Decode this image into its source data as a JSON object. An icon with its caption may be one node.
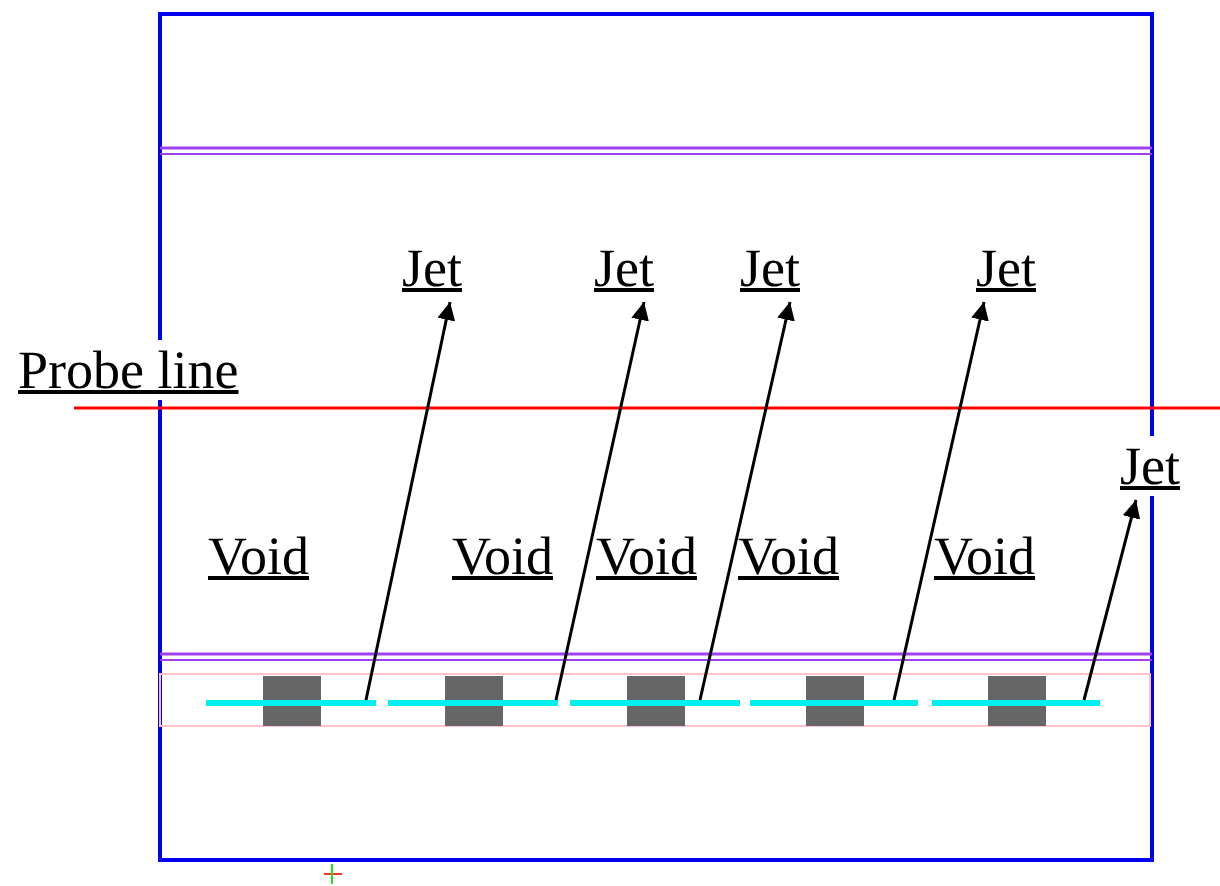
{
  "diagram": {
    "nodes": [
      {
        "text": [
          "Jet"
        ]
      },
      {
        "text": [
          "Jet"
        ]
      },
      {
        "text": [
          "Jet"
        ]
      },
      {
        "text": [
          "Jet"
        ]
      },
      {
        "text": [
          "Jet"
        ]
      },
      {
        "text": [],
        "shape": "bar"
      },
      {
        "text": [],
        "shape": "bar"
      },
      {
        "text": [],
        "shape": "bar"
      },
      {
        "text": [],
        "shape": "bar"
      },
      {
        "text": [],
        "shape": "bar"
      }
    ],
    "edges": [
      {
        "from": 5,
        "to": 0,
        "arrow": "to"
      },
      {
        "from": 6,
        "to": 1,
        "arrow": "to"
      },
      {
        "from": 7,
        "to": 2,
        "arrow": "to"
      },
      {
        "from": 8,
        "to": 3,
        "arrow": "to"
      },
      {
        "from": 9,
        "to": 4,
        "arrow": "to"
      }
    ],
    "labels": [
      "Probe line",
      "Void",
      "Void",
      "Void",
      "Void",
      "Void"
    ]
  }
}
